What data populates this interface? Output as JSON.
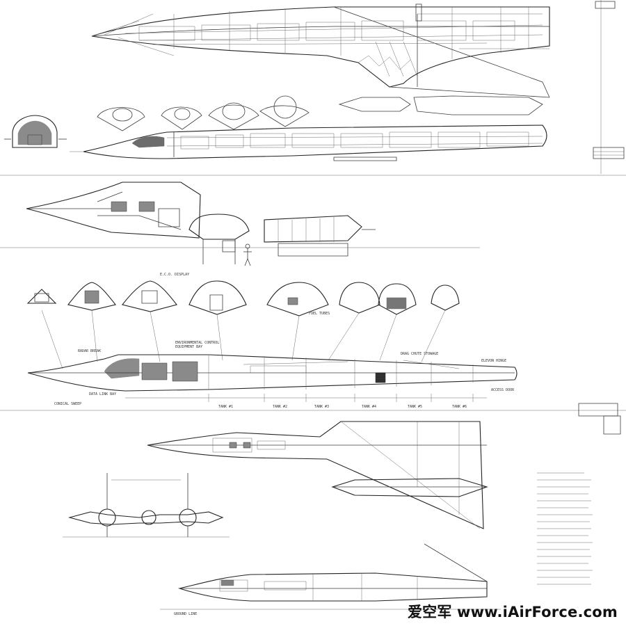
{
  "watermark": "爱空军 www.iAirForce.com",
  "labels": {
    "top_view_title": "",
    "sec_eco": "E.C.O. DISPLAY",
    "sec_fuel": "FUEL TUBES",
    "side_env": "ENVIRONMENTAL CONTROL",
    "side_env2": "EQUIPMENT BAY",
    "side_radar": "RADAR BREAK",
    "side_drag": "DRAG CHUTE STOWAGE",
    "side_elevon": "ELEVON HINGE",
    "side_access": "ACCESS DOOR",
    "side_sweep": "CONICAL SWEEP",
    "side_data": "DATA LINK BAY",
    "tank1": "TANK #1",
    "tank2": "TANK #2",
    "tank3": "TANK #3",
    "tank4": "TANK #4",
    "tank5": "TANK #5",
    "tank6": "TANK #6",
    "ground_line": "GROUND LINE"
  },
  "colors": {
    "ink": "#333333",
    "paper": "#ffffff"
  }
}
